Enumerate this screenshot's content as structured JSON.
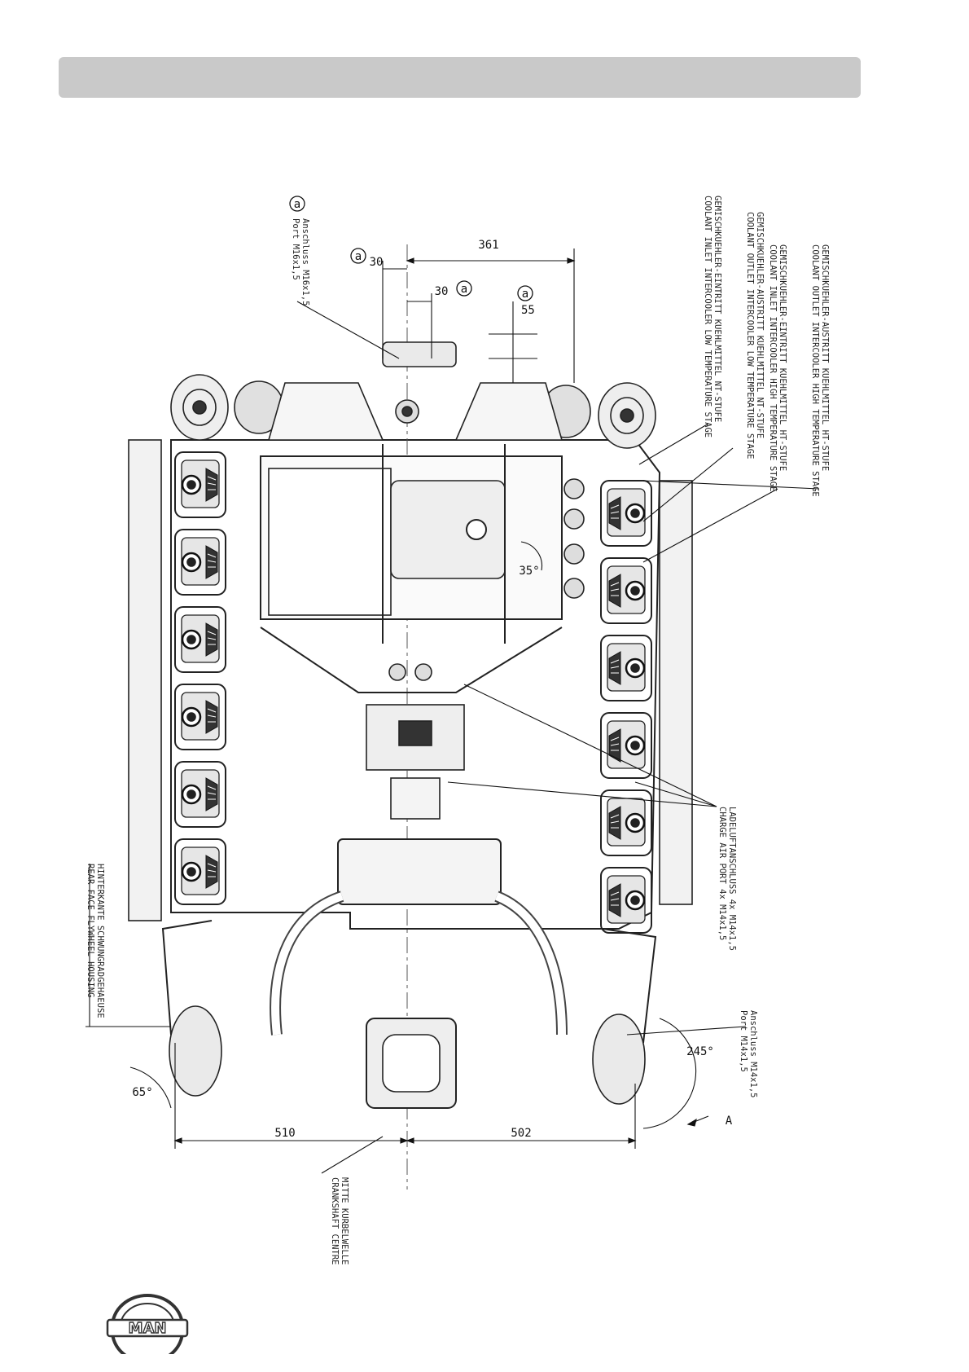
{
  "header": {
    "title": ""
  },
  "dimensions": {
    "d361": "361",
    "d30a": "30",
    "d30b": "30",
    "d55": "55",
    "d510": "510",
    "d502": "502",
    "a35": "35°",
    "a65": "65°",
    "a245": "245°",
    "marker_a": "a",
    "view_a": "A"
  },
  "labels": {
    "ht_outlet_de": "GEMISCHKUEHLER-AUSTRITT KUEHLMITTEL HT-STUFE",
    "ht_outlet_en": "COOLANT OUTLET INTERCOOLER HIGH TEMPERATURE STAGE",
    "ht_inlet_de": "GEMISCHKUEHLER-EINTRITT KUEHLMITTEL HT-STUFE",
    "ht_inlet_en": "COOLANT INLET INTERCOOLER HIGH TEMPERATURE STAGE",
    "nt_outlet_de": "GEMISCHKUEHLER-AUSTRITT KUEHLMITTEL NT-STUFE",
    "nt_outlet_en": "COOLANT OUTLET INTERCOOLER LOW TEMPERATURE STAGE",
    "nt_inlet_de": "GEMISCHKUEHLER-EINTRITT KUEHLMITTEL NT-STUFE",
    "nt_inlet_en": "COOLANT INLET INTERCOOLER LOW TEMPERATURE STAGE",
    "port16_de": "Anschluss M16x1,5",
    "port16_en": "Port M16x1,5",
    "charge_de": "LADELUFTANSCHLUSS 4x M14x1,5",
    "charge_en": "CHARGE AIR PORT 4x M14x1,5",
    "port14_de": "Anschluss M14x1,5",
    "port14_en": "Port M14x1,5",
    "rear_de": "HINTERKANTE SCHWUNGRADGEHAEUSE",
    "rear_en": "REAR FACE FLYWHEEL HOUSING",
    "crank_de": "MITTE KURBELWELLE",
    "crank_en": "CRANKSHAFT CENTRE"
  },
  "logo": {
    "text": "MAN",
    "color": "#333333"
  }
}
